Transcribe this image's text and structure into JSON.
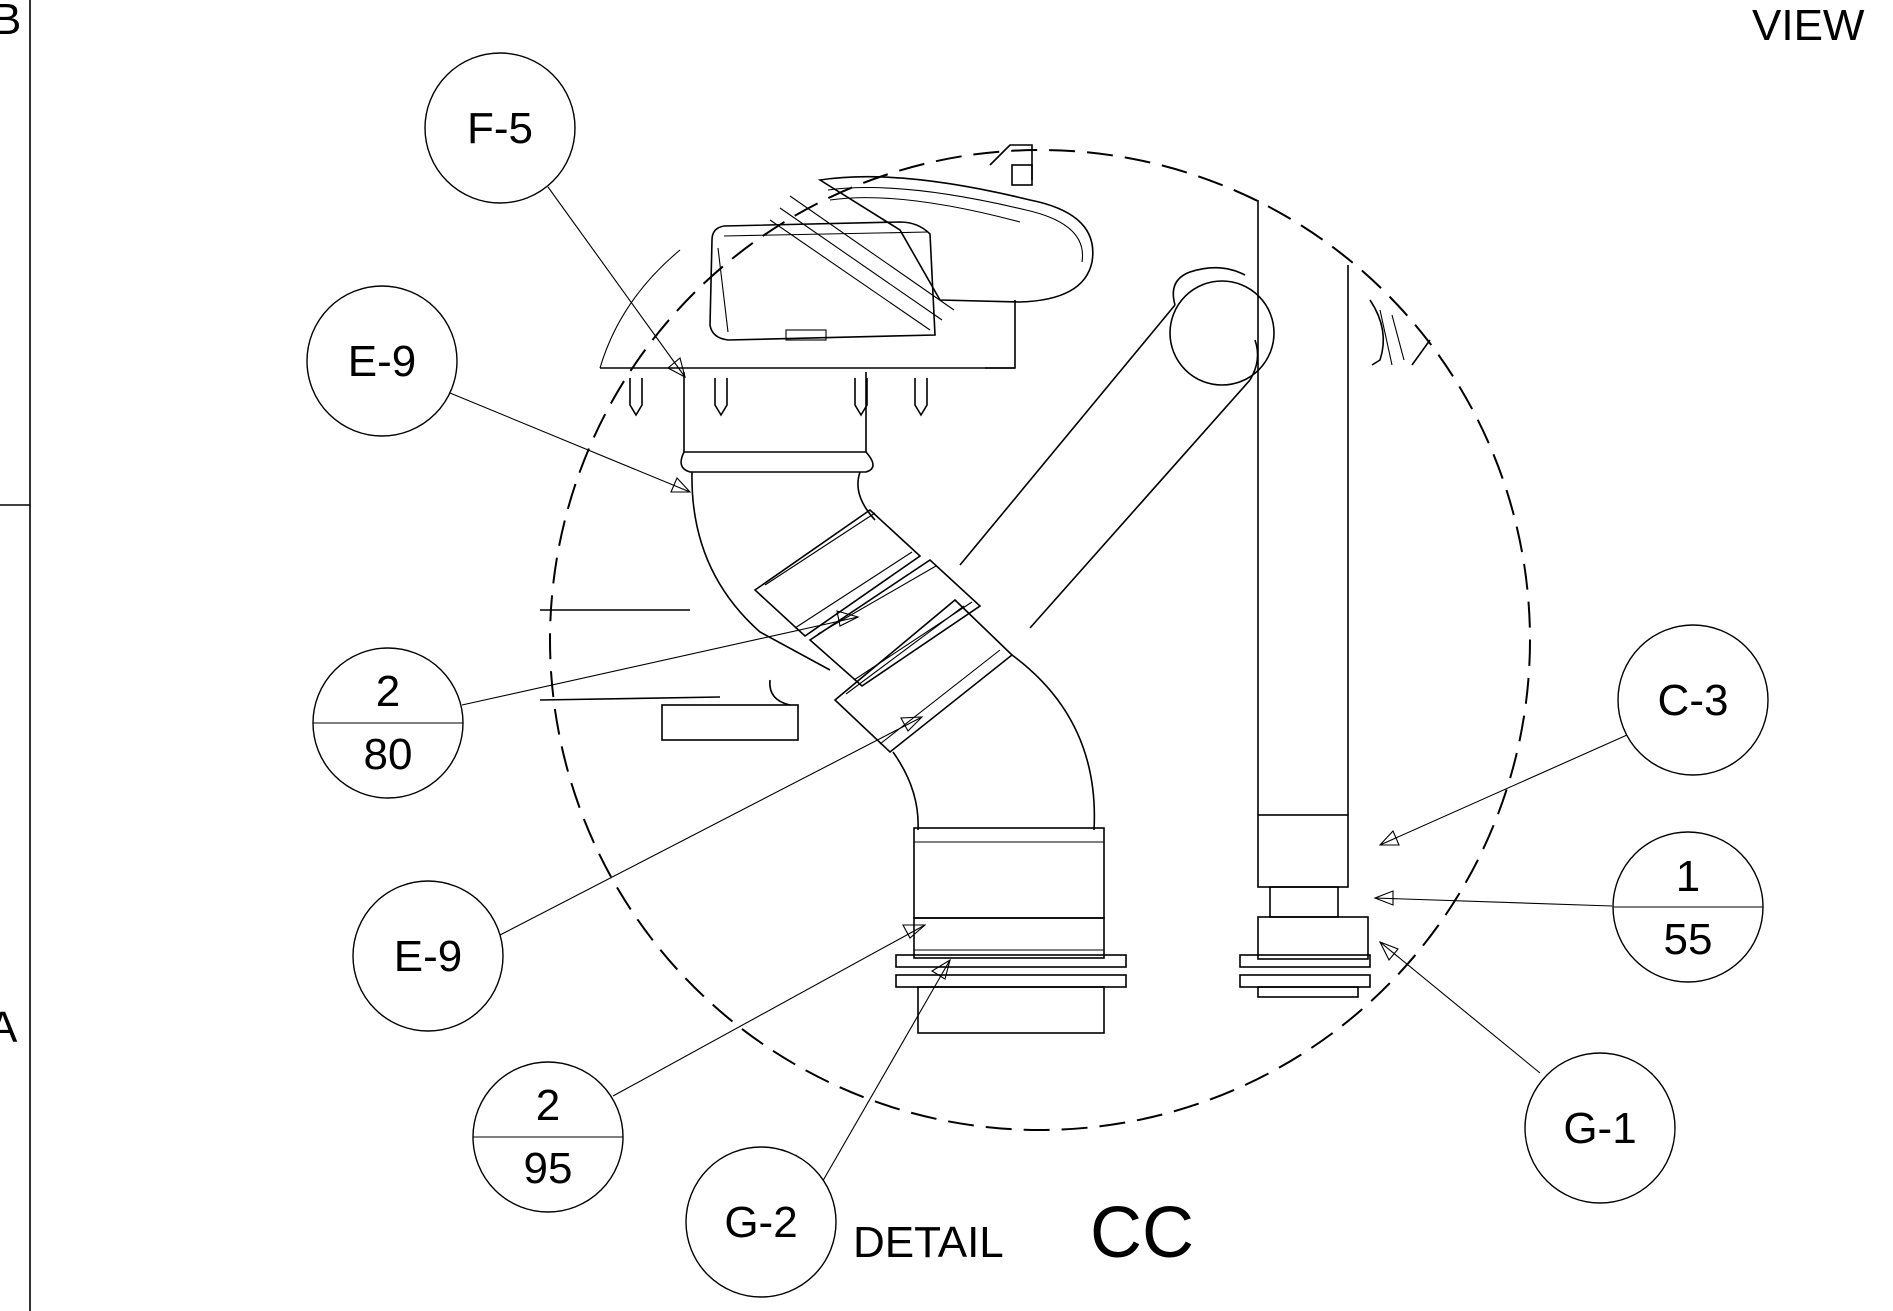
{
  "sheet": {
    "zone_top": "B",
    "zone_bottom": "A",
    "view_label": "VIEW"
  },
  "detail": {
    "prefix": "DETAIL",
    "id": "CC"
  },
  "balloons": [
    {
      "text": "F-5"
    },
    {
      "text": "E-9"
    },
    {
      "top": "2",
      "bottom": "80"
    },
    {
      "text": "E-9"
    },
    {
      "top": "2",
      "bottom": "95"
    },
    {
      "text": "G-2"
    },
    {
      "text": "C-3"
    },
    {
      "top": "1",
      "bottom": "55"
    },
    {
      "text": "G-1"
    }
  ]
}
